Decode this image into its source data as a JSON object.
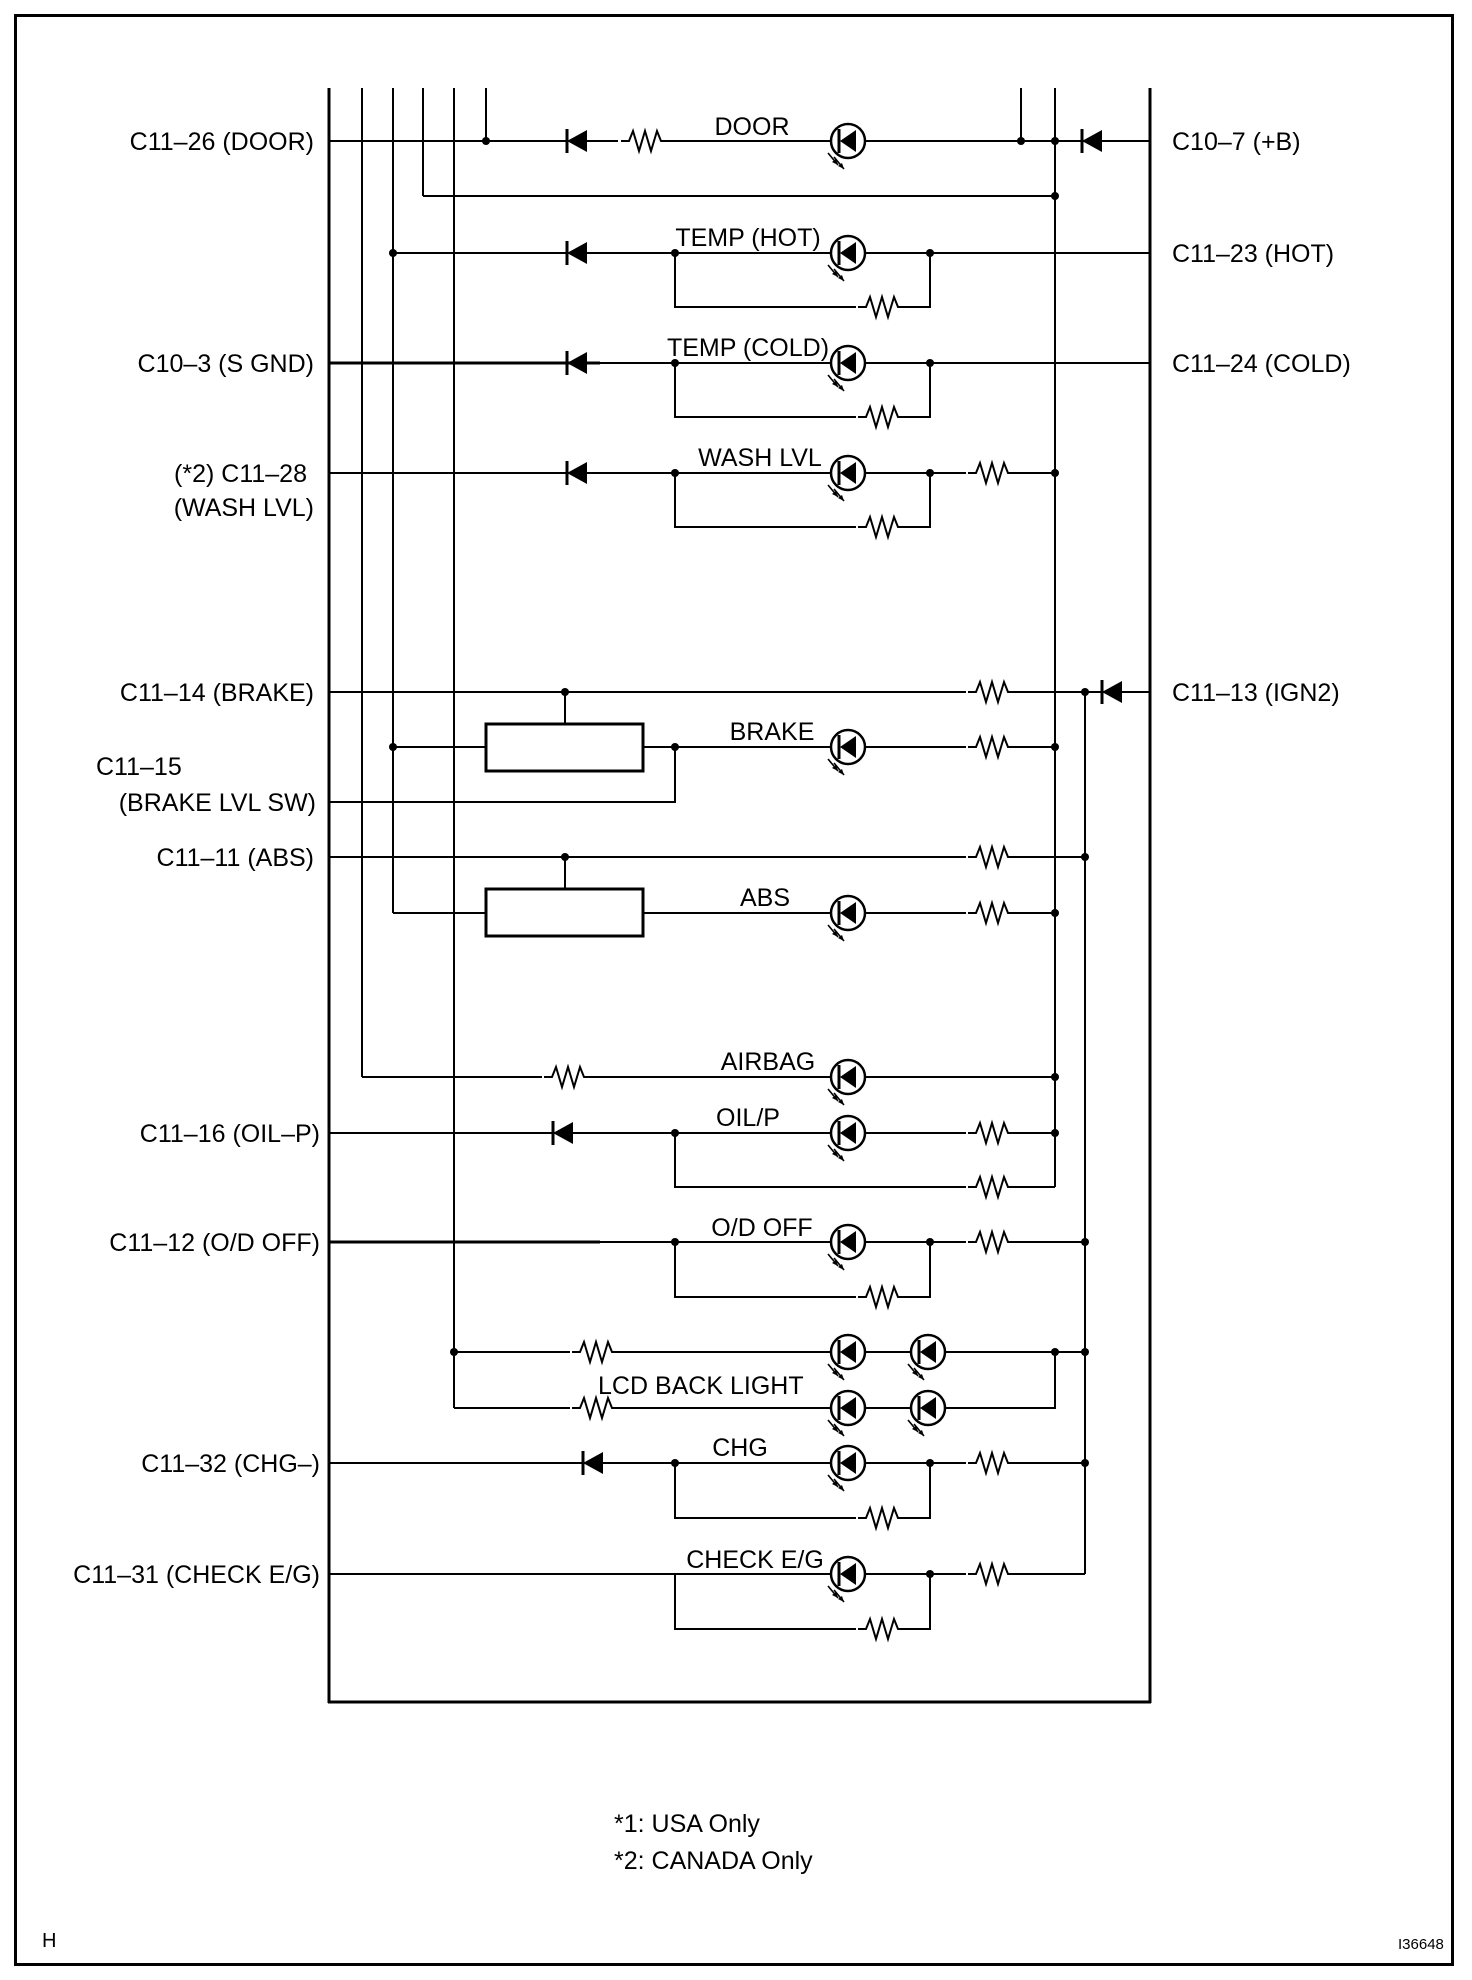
{
  "left_labels": {
    "door": "C11–26 (DOOR)",
    "s_gnd": "C10–3 (S GND)",
    "wash_line1": "(*2) C11–28",
    "wash_line2": "(WASH LVL)",
    "brake": "C11–14 (BRAKE)",
    "brake_lvl_line1": "C11–15",
    "brake_lvl_line2": "(BRAKE LVL SW)",
    "abs": "C11–11 (ABS)",
    "oil": "C11–16 (OIL–P)",
    "od": "C11–12 (O/D OFF)",
    "chg": "C11–32 (CHG–)",
    "check": "C11–31 (CHECK E/G)"
  },
  "right_labels": {
    "plus_b": "C10–7 (+B)",
    "hot": "C11–23 (HOT)",
    "cold": "C11–24 (COLD)",
    "ign2": "C11–13 (IGN2)"
  },
  "lamp_labels": {
    "door": "DOOR",
    "temp_hot": "TEMP (HOT)",
    "temp_cold": "TEMP (COLD)",
    "wash": "WASH LVL",
    "brake": "BRAKE",
    "abs": "ABS",
    "airbag": "AIRBAG",
    "oil": "OIL/P",
    "od": "O/D OFF",
    "lcd": "LCD BACK LIGHT",
    "chg": "CHG",
    "check": "CHECK E/G"
  },
  "footnotes": {
    "note1": "*1: USA Only",
    "note2": "*2: CANADA Only"
  },
  "corner": {
    "left": "H",
    "figure_id": "I36648"
  }
}
